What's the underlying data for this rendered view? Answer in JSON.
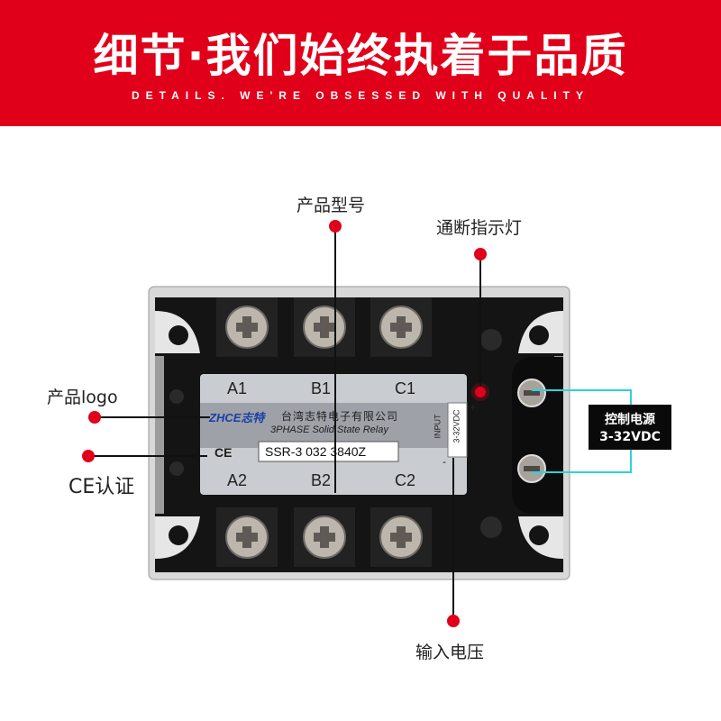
{
  "banner": {
    "title": "细节·我们始终执着于品质",
    "subtitle": "DETAILS. WE'RE OBSESSED WITH QUALITY"
  },
  "callouts": {
    "model": "产品型号",
    "indicator": "通断指示灯",
    "logo": "产品logo",
    "ce": "CE认证",
    "input_voltage": "输入电压",
    "control_power_line1": "控制电源",
    "control_power_line2": "3-32VDC"
  },
  "relay": {
    "terminals_top": [
      "A1",
      "B1",
      "C1"
    ],
    "terminals_bottom": [
      "A2",
      "B2",
      "C2"
    ],
    "brand_logo": "ZHCE志特",
    "company": "台湾志特电子有限公司",
    "product_name": "3PHASE Solid State Relay",
    "ce_mark": "CE",
    "model_number": "SSR-3 032  3840Z",
    "input_label": "INPUT",
    "input_range": "3-32VDC",
    "plus": "+",
    "minus": "-"
  },
  "colors": {
    "accent_red": "#e1001a",
    "housing": "#141414",
    "label_plate": "#c9ccd0",
    "cyan_wire": "#2bd3e0"
  }
}
